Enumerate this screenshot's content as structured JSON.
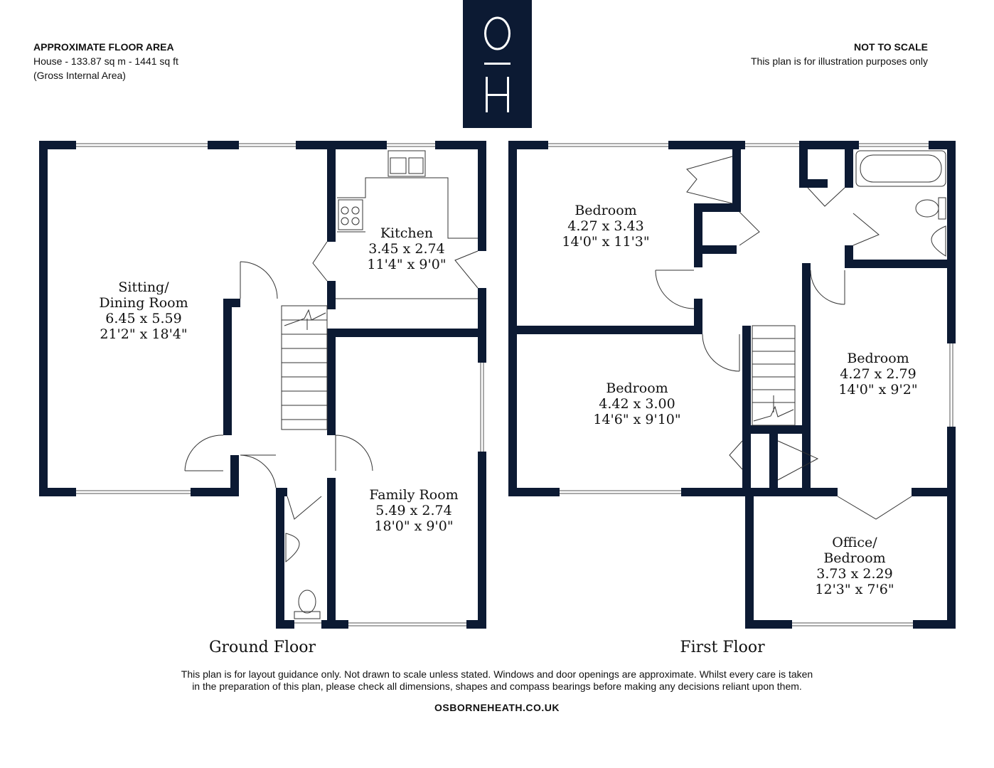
{
  "header": {
    "area_title": "APPROXIMATE FLOOR AREA",
    "area_line": "House - 133.87 sq m - 1441 sq ft",
    "area_note": "(Gross Internal Area)",
    "scale_title": "NOT TO SCALE",
    "scale_note": "This plan is for illustration purposes only"
  },
  "logo": {
    "top": "O",
    "bottom": "H",
    "color": "#0c1a33"
  },
  "rooms": {
    "sitting": {
      "name1": "Sitting/",
      "name2": "Dining Room",
      "metric": "6.45 x 5.59",
      "imperial": "21'2\" x 18'4\""
    },
    "kitchen": {
      "name": "Kitchen",
      "metric": "3.45 x 2.74",
      "imperial": "11'4\" x 9'0\""
    },
    "family": {
      "name": "Family Room",
      "metric": "5.49 x 2.74",
      "imperial": "18'0\" x 9'0\""
    },
    "bed1": {
      "name": "Bedroom",
      "metric": "4.27 x 3.43",
      "imperial": "14'0\" x 11'3\""
    },
    "bed2": {
      "name": "Bedroom",
      "metric": "4.42 x 3.00",
      "imperial": "14'6\" x 9'10\""
    },
    "bed3": {
      "name": "Bedroom",
      "metric": "4.27 x 2.79",
      "imperial": "14'0\" x 9'2\""
    },
    "office": {
      "name1": "Office/",
      "name2": "Bedroom",
      "metric": "3.73 x 2.29",
      "imperial": "12'3\" x 7'6\""
    }
  },
  "floors": {
    "ground": "Ground Floor",
    "first": "First Floor"
  },
  "footer": {
    "line1": "This plan is for layout guidance only. Not drawn to scale unless stated. Windows and door openings are approximate. Whilst every care is taken",
    "line2": "in the preparation of this plan, please check all dimensions, shapes and compass bearings before making any decisions reliant upon them.",
    "website": "OSBORNEHEATH.CO.UK"
  }
}
